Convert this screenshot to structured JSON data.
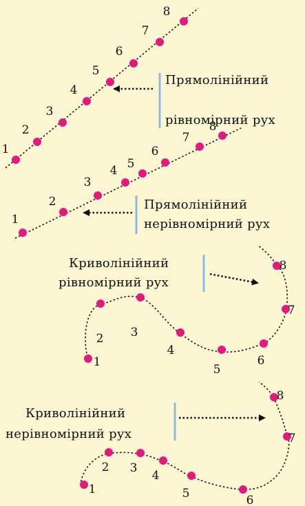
{
  "colors": {
    "background": "#fdf6d3",
    "point": "#e3197e",
    "bar": "#8ab9e0"
  },
  "panels": [
    {
      "id": "p1",
      "caption": [
        "Прямолінійний",
        "рівномірний рух"
      ],
      "labels": [
        "1",
        "2",
        "3",
        "4",
        "5",
        "6",
        "7",
        "8"
      ]
    },
    {
      "id": "p2",
      "caption": [
        "Прямолінійний",
        "нерівномірний рух"
      ],
      "labels": [
        "1",
        "2",
        "3",
        "4",
        "5",
        "6",
        "7",
        "8"
      ]
    },
    {
      "id": "p3",
      "caption": [
        "Криволінійний",
        "рівномірний рух"
      ],
      "labels": [
        "1",
        "2",
        "3",
        "4",
        "5",
        "6",
        "7",
        "8"
      ]
    },
    {
      "id": "p4",
      "caption": [
        "Криволінійний",
        "нерівномірний рух"
      ],
      "labels": [
        "1",
        "2",
        "3",
        "4",
        "5",
        "6",
        "7",
        "8"
      ]
    }
  ]
}
